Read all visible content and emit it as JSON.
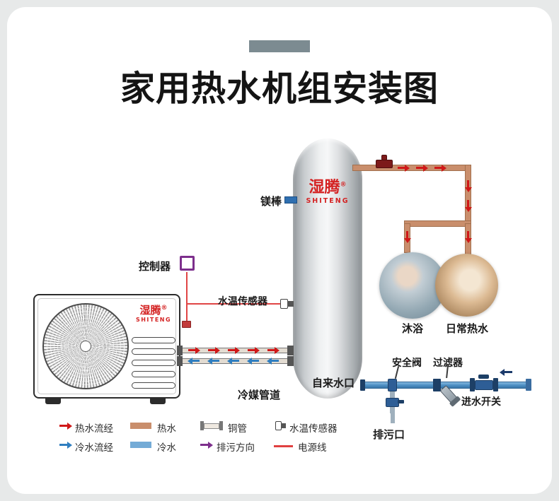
{
  "title": "家用热水机组安装图",
  "tank": {
    "brand": "湿腾",
    "brand_reg": "®",
    "brand_sub": "SHITENG"
  },
  "unit": {
    "brand": "湿腾",
    "brand_reg": "®",
    "brand_sub": "SHITENG"
  },
  "labels": {
    "magnesium_rod": "镁棒",
    "controller": "控制器",
    "water_temp_sensor": "水温传感器",
    "refrigerant_pipe": "冷媒管道",
    "tap_water_inlet": "自来水口",
    "shower": "沐浴",
    "daily_hot_water": "日常热水",
    "safety_valve": "安全阀",
    "filter": "过滤器",
    "inlet_switch": "进水开关",
    "drain_outlet": "排污口"
  },
  "legend": {
    "hot_flow": "热水流经",
    "hot_water": "热水",
    "copper_pipe": "铜管",
    "temp_sensor": "水温传感器",
    "cold_flow": "冷水流经",
    "cold_water": "冷水",
    "drain_direction": "排污方向",
    "power_line": "电源线"
  },
  "colors": {
    "hot_flow_arrow": "#d01818",
    "cold_flow_arrow": "#2f7ec0",
    "drain_arrow": "#7d2f8c",
    "inlet_arrow": "#1b3a6b",
    "hot_pipe": "#c98e6c",
    "cold_pipe": "#4c8dc2",
    "brand_red": "#d42222",
    "controller_purple": "#7d2f8c",
    "power_line_red": "#e04040",
    "accent_bar": "#7c8b91"
  }
}
